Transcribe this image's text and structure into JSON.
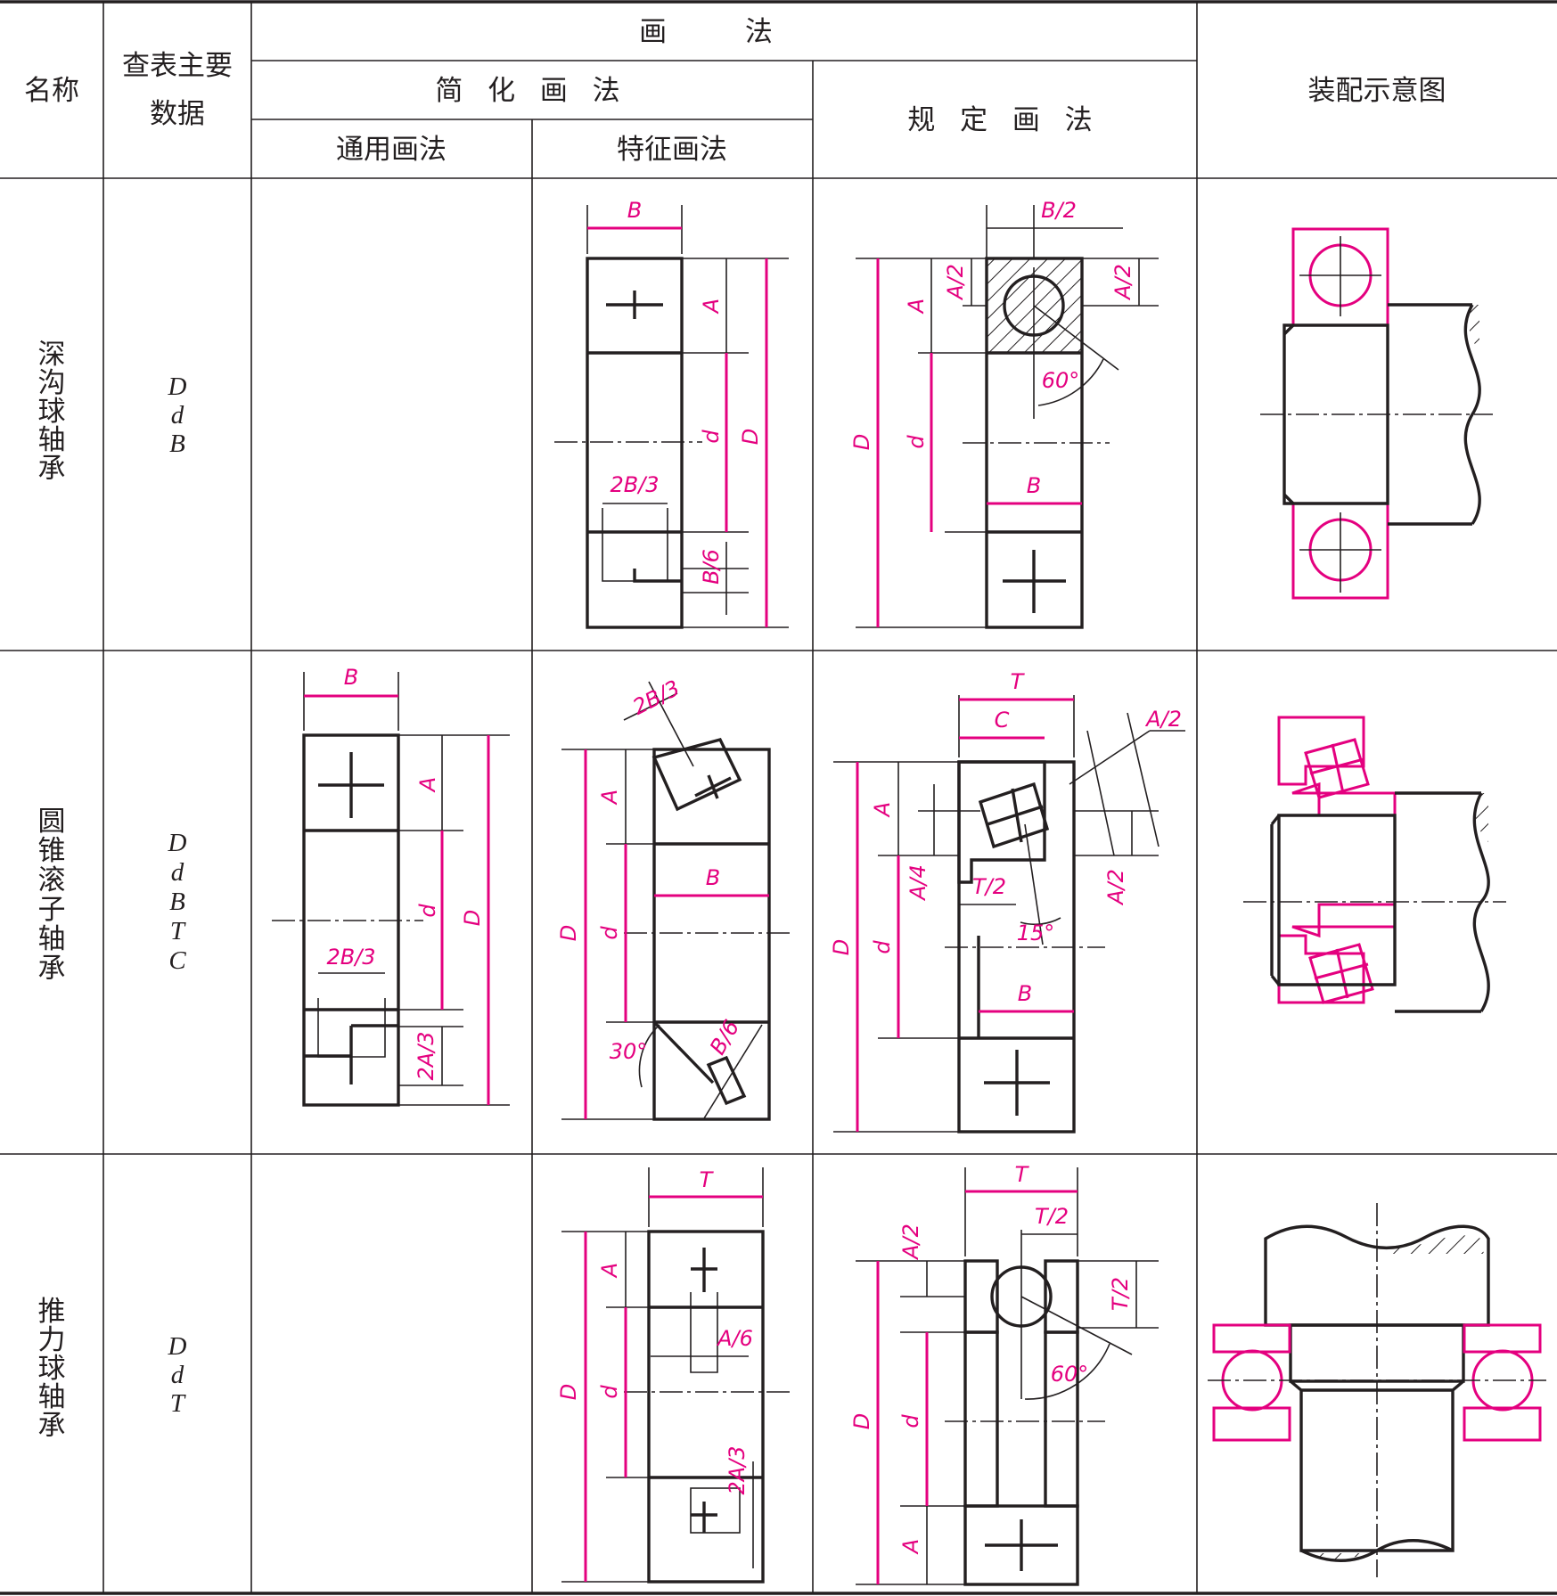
{
  "header": {
    "name": "名称",
    "data": [
      "查表主要",
      "数据"
    ],
    "methods": "画 法",
    "simplified": "简 化 画 法",
    "general": "通用画法",
    "feature": "特征画法",
    "specified": "规 定 画 法",
    "assembly": "装配示意图"
  },
  "rows": [
    {
      "name": [
        "深",
        "沟",
        "球",
        "轴",
        "承"
      ],
      "data": [
        "D",
        "d",
        "B"
      ]
    },
    {
      "name": [
        "圆",
        "锥",
        "滚",
        "子",
        "轴",
        "承"
      ],
      "data": [
        "D",
        "d",
        "B",
        "T",
        "C"
      ]
    },
    {
      "name": [
        "推",
        "力",
        "球",
        "轴",
        "承"
      ],
      "data": [
        "D",
        "d",
        "T"
      ]
    }
  ],
  "labels": {
    "B": "B",
    "A": "A",
    "d": "d",
    "D": "D",
    "T": "T",
    "C": "C",
    "B2": "B/2",
    "A2": "A/2",
    "A4": "A/4",
    "A6": "A/6",
    "T2": "T/2",
    "B6": "B/6",
    "B23": "2B/3",
    "A23": "2A/3",
    "a60": "60°",
    "a30": "30°",
    "a15": "15°"
  },
  "colors": {
    "line": "#231f20",
    "dimension": "#e4007f",
    "background": "#ffffff"
  }
}
